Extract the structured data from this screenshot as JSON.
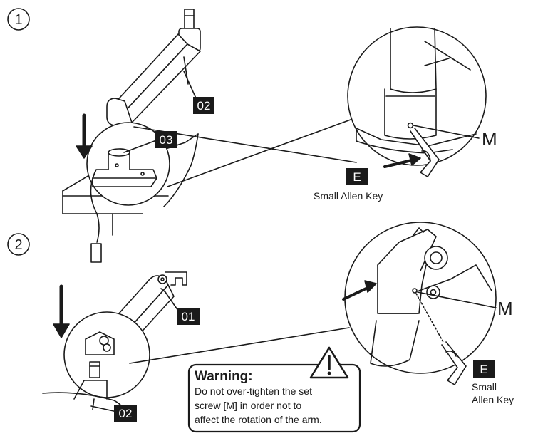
{
  "steps": {
    "one": {
      "number": "1"
    },
    "two": {
      "number": "2"
    }
  },
  "parts": {
    "arm_upper": "02",
    "clamp_base": "03",
    "allen_key": "E",
    "screw": "M",
    "arm_lower": "01",
    "pole": "02"
  },
  "captions": {
    "small_allen_key": "Small Allen Key",
    "small": "Small",
    "allen_key": "Allen Key"
  },
  "warning": {
    "title": "Warning:",
    "line1": "Do not over-tighten the set",
    "line2": "screw [M] in order not to",
    "line3": "affect the rotation of the arm."
  },
  "colors": {
    "ink": "#1a1a1a",
    "label_bg": "#1a1a1a",
    "label_text": "#ffffff",
    "paper": "#ffffff"
  }
}
